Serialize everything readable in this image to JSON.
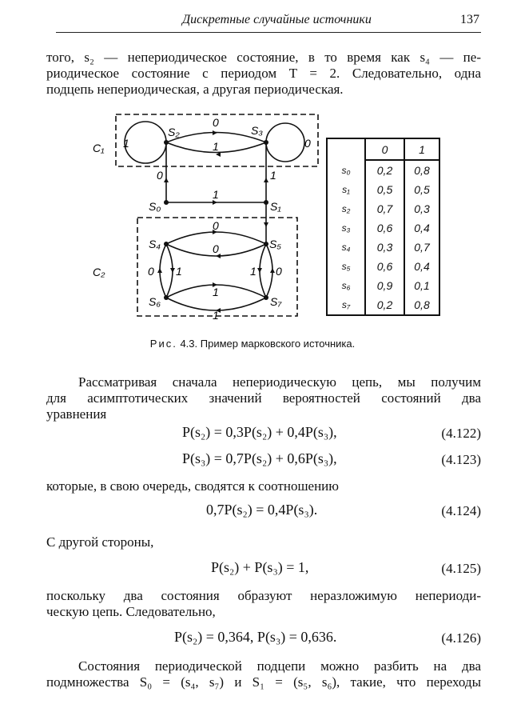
{
  "header": {
    "running_title": "Дискретные случайные источники",
    "page_number": "137"
  },
  "para1": [
    "того, s₂ — непериодическое состояние, в то время как s₄ — пе-",
    "риодическое состояние с периодом T = 2. Следовательно, одна",
    "подцепь непериодическая, а другая периодическая."
  ],
  "figure": {
    "class_labels": {
      "c1": "C₁",
      "c2": "C₂"
    },
    "nodes": {
      "s0": "S₀",
      "s1": "S₁",
      "s2": "S₂",
      "s3": "S₃",
      "s4": "S₄",
      "s5": "S₅",
      "s6": "S₆",
      "s7": "S₇"
    },
    "edge_labels": {
      "s2_loop": "1",
      "s3_loop": "0",
      "s2_s3": "0",
      "s3_s2": "1",
      "s0_s2": "0",
      "s1_s3": "1",
      "s0_s1": "1",
      "s4_s5": "0",
      "s5_s4": "0",
      "s6_s4": "0",
      "s4_s6": "1",
      "s5_s7": "1",
      "s7_s5": "0",
      "s6_s7": "1",
      "s7_s6": "1"
    },
    "caption_prefix": "Рис.",
    "caption": "4.3. Пример марковского источника."
  },
  "table": {
    "headers": [
      "",
      "0",
      "1"
    ],
    "rows": [
      [
        "s₀",
        "0,2",
        "0,8"
      ],
      [
        "s₁",
        "0,5",
        "0,5"
      ],
      [
        "s₂",
        "0,7",
        "0,3"
      ],
      [
        "s₃",
        "0,6",
        "0,4"
      ],
      [
        "s₄",
        "0,3",
        "0,7"
      ],
      [
        "s₅",
        "0,6",
        "0,4"
      ],
      [
        "s₆",
        "0,9",
        "0,1"
      ],
      [
        "s₇",
        "0,2",
        "0,8"
      ]
    ]
  },
  "para2": [
    "Рассматривая сначала непериодическую цепь, мы получим",
    "для асимптотических значений вероятностей состояний два",
    "уравнения"
  ],
  "equations": [
    {
      "expr": "P(s₂) = 0,3P(s₂) + 0,4P(s₃),",
      "num": "(4.122)"
    },
    {
      "expr": "P(s₃) = 0,7P(s₂) + 0,6P(s₃),",
      "num": "(4.123)"
    },
    {
      "expr": "0,7P(s₂) = 0,4P(s₃).",
      "num": "(4.124)"
    },
    {
      "expr": "P(s₂) + P(s₃) = 1,",
      "num": "(4.125)"
    },
    {
      "expr": "P(s₂) = 0,364,   P(s₃) = 0,636.",
      "num": "(4.126)"
    }
  ],
  "text_after_eq2": "которые, в свою очередь, сводятся к соотношению",
  "text_other_side": "С другой стороны,",
  "para3": [
    "поскольку два состояния образуют неразложимую непериоди-",
    "ческую цепь. Следовательно,"
  ],
  "para4": [
    "Состояния периодической подцепи можно разбить на два",
    "подмножества S₀ = (s₄, s₇) и S₁ = (s₅, s₆), такие, что переходы"
  ]
}
